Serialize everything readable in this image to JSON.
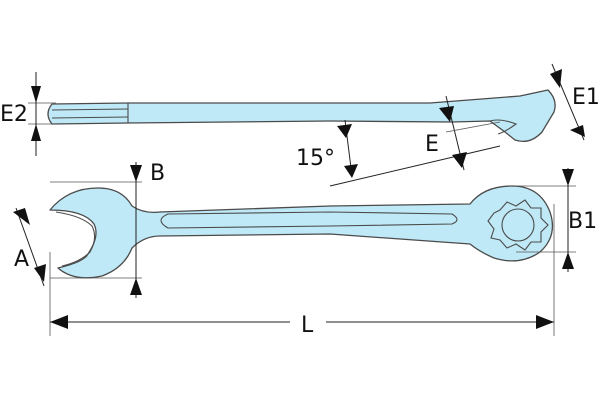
{
  "labels": {
    "E2": "E2",
    "E1": "E1",
    "angle": "15°",
    "E": "E",
    "B": "B",
    "A": "A",
    "B1": "B1",
    "L": "L"
  },
  "colors": {
    "tool_fill": "#bfe9f7",
    "tool_outline": "#4b4b4b",
    "dimension": "#222222"
  }
}
